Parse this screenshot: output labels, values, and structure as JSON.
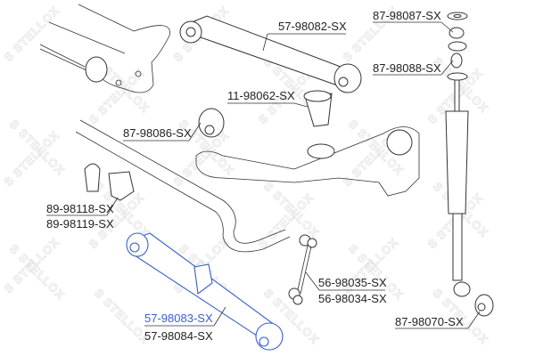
{
  "watermark": "STELLOX",
  "colors": {
    "highlight": "#3a5fc8",
    "line": "#333333",
    "watermark": "#e3e3e3"
  },
  "labels": {
    "p57_98082": "57-98082-SX",
    "p87_98087": "87-98087-SX",
    "p87_98088": "87-98088-SX",
    "p11_98062": "11-98062-SX",
    "p87_98086": "87-98086-SX",
    "p89_98118": "89-98118-SX",
    "p89_98119": "89-98119-SX",
    "p56_98035": "56-98035-SX",
    "p56_98034": "56-98034-SX",
    "p87_98070": "87-98070-SX",
    "p57_98083": "57-98083-SX",
    "p57_98084": "57-98084-SX"
  },
  "highlighted_part": "57-98083-SX"
}
